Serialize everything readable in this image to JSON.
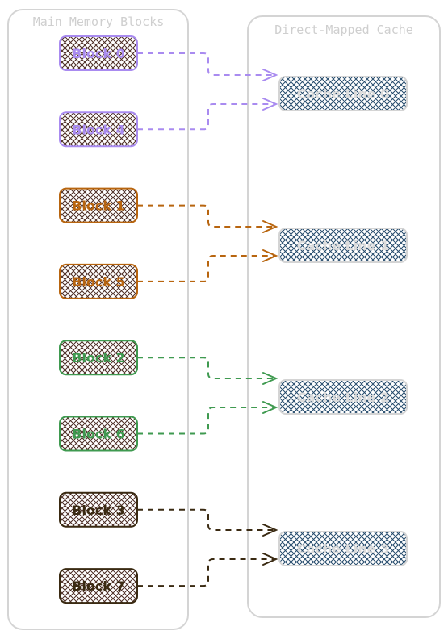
{
  "groups": {
    "memory": {
      "title": "Main Memory Blocks"
    },
    "cache": {
      "title": "Direct-Mapped Cache"
    }
  },
  "blocks": [
    {
      "label": "Block 0",
      "color": "#a98bf0",
      "target": 0
    },
    {
      "label": "Block 4",
      "color": "#a98bf0",
      "target": 0
    },
    {
      "label": "Block 1",
      "color": "#b8650f",
      "target": 1
    },
    {
      "label": "Block 5",
      "color": "#b8650f",
      "target": 1
    },
    {
      "label": "Block 2",
      "color": "#3f9a50",
      "target": 2
    },
    {
      "label": "Block 6",
      "color": "#3f9a50",
      "target": 2
    },
    {
      "label": "Block 3",
      "color": "#3a2a12",
      "target": 3
    },
    {
      "label": "Block 7",
      "color": "#3a2a12",
      "target": 3
    }
  ],
  "cache_lines": [
    {
      "label": "Cache Line 0"
    },
    {
      "label": "Cache Line 1"
    },
    {
      "label": "Cache Line 2"
    },
    {
      "label": "Cache Line 3"
    }
  ],
  "colors": {
    "group_border": "#d4d4d4",
    "block_hatch": "#4a2a22",
    "cache_hatch": "#244a6b",
    "cache_border": "#d4d4d4",
    "cache_text": "#dcdcdc"
  }
}
